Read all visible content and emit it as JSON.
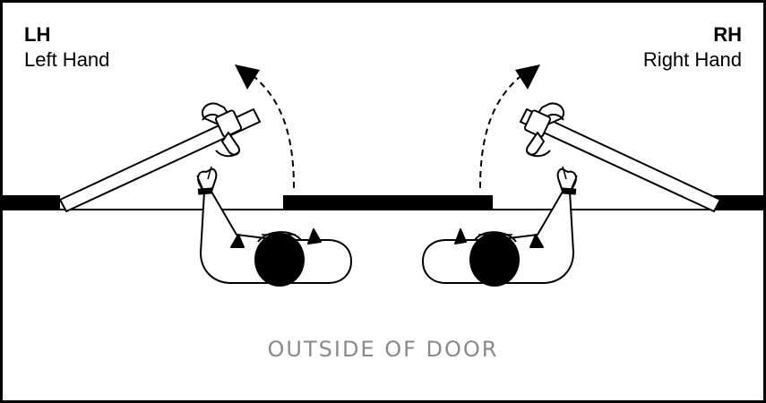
{
  "left_label": {
    "code": "LH",
    "name": "Left Hand"
  },
  "right_label": {
    "code": "RH",
    "name": "Right Hand"
  },
  "outside_label": "OUTSIDE OF DOOR",
  "colors": {
    "line": "#000000",
    "fill": "#ffffff",
    "caption": "#8a8a8a"
  },
  "icons": [
    "door-leaf",
    "lever-handle",
    "swing-arrow",
    "person-top-view"
  ]
}
